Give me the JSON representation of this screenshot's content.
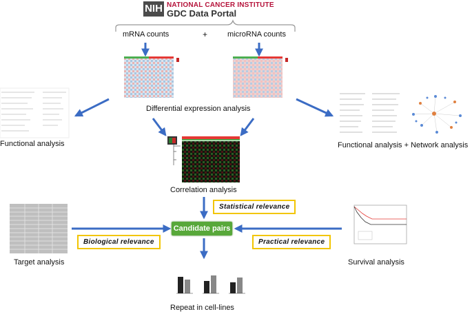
{
  "header": {
    "nih_logo": "NIH",
    "institute": "NATIONAL CANCER INSTITUTE",
    "portal": "GDC Data Portal"
  },
  "inputs": {
    "mrna": "mRNA counts",
    "plus": "+",
    "microrna": "microRNA counts"
  },
  "steps": {
    "differential": "Differential expression analysis",
    "functional": "Functional analysis",
    "functional_network": "Functional analysis + Network analysis",
    "correlation": "Correlation analysis",
    "candidate": "Candidate pairs",
    "target": "Target analysis",
    "survival": "Survival analysis",
    "repeat": "Repeat in cell-lines"
  },
  "relevance": {
    "statistical": "Statistical relevance",
    "biological": "Biological relevance",
    "practical": "Practical relevance"
  },
  "colors": {
    "arrow": "#3b6cc4",
    "highlight_border": "#f2c500",
    "candidate_fill": "#58a83a",
    "nih_red": "#b5123a"
  }
}
